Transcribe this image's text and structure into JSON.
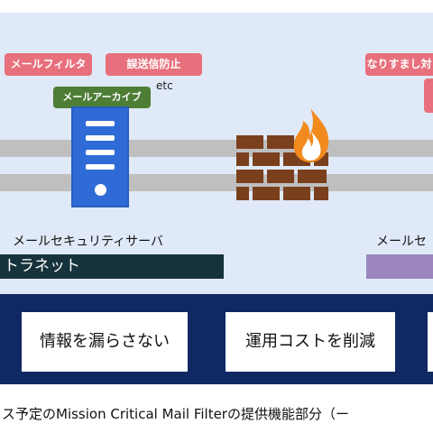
{
  "tags": {
    "mail_filter": "メールフィルタ",
    "misdelivery_prevention": "誤送信防止",
    "spoofing": "なりすまし対",
    "mail_archive": "メールアーカイブ",
    "etc": "etc"
  },
  "nodes": {
    "mail_security_server": "メールセキュリティサーバ",
    "right_label": "メールセ"
  },
  "bars": {
    "intranet": "トラネット"
  },
  "benefits": {
    "no_leak": "情報を漏らさない",
    "reduce_cost": "運用コストを削減"
  },
  "caption": "ス予定のMission Critical Mail Filterの提供機能部分（ー",
  "colors": {
    "diagram_bg": "#dfe9f7",
    "tag_pink": "#e8707c",
    "tag_green": "#4e7d36",
    "server_blue": "#2e6bd6",
    "firewall_brown": "#7a3f1d",
    "flame_orange": "#f28a1e",
    "intranet_bar": "#16333d",
    "panel_navy": "#102965",
    "right_bar_purple": "#9b86c0"
  },
  "icons": [
    "server-icon",
    "firewall-icon",
    "flame-icon"
  ]
}
